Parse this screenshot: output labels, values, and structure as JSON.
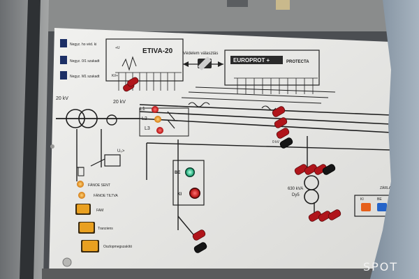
{
  "panel": {
    "etiva_title": "ETIVA-20",
    "protection_title": "Védelem választás",
    "europrot_brand": "EUROPROT +",
    "protecta_brand": "PROTECTA",
    "vendor_tag": "KI/+",
    "ui_tag": "+U",
    "left_labels": [
      "Negyz. ho véd. ki",
      "Negyz. 0/1 szakadt",
      "Negyz. M1 szakadt"
    ],
    "voltage_left": "20 kV",
    "voltage_mid": "20 kV",
    "phases": [
      "L1",
      "L2",
      "L3"
    ],
    "transformer_rating": "630 kVA",
    "transformer_group": "Dy5",
    "ui_plus": "U₀>",
    "fanoe_sent": "FÁNOE SENT",
    "fanoe_tiltva": "FÁNOE TILTVA",
    "btn_fam": "FAM",
    "btn_tranziens": "Tranziens",
    "btn_oszlop": "Oszlopmegszakító",
    "be_label": "BE",
    "ki_label": "KI",
    "right_ki": "KI",
    "right_be": "BE",
    "right_zar": "ZÁRLA",
    "ofl_label": "0 kV",
    "corner_logo": "SPOT"
  },
  "colors": {
    "panel": "#e9e9e6",
    "line": "#222222",
    "red_socket": "#b0151b",
    "black_socket": "#151515",
    "amber": "#e79a1d",
    "green": "#27c38a",
    "red_button": "#d01818"
  }
}
